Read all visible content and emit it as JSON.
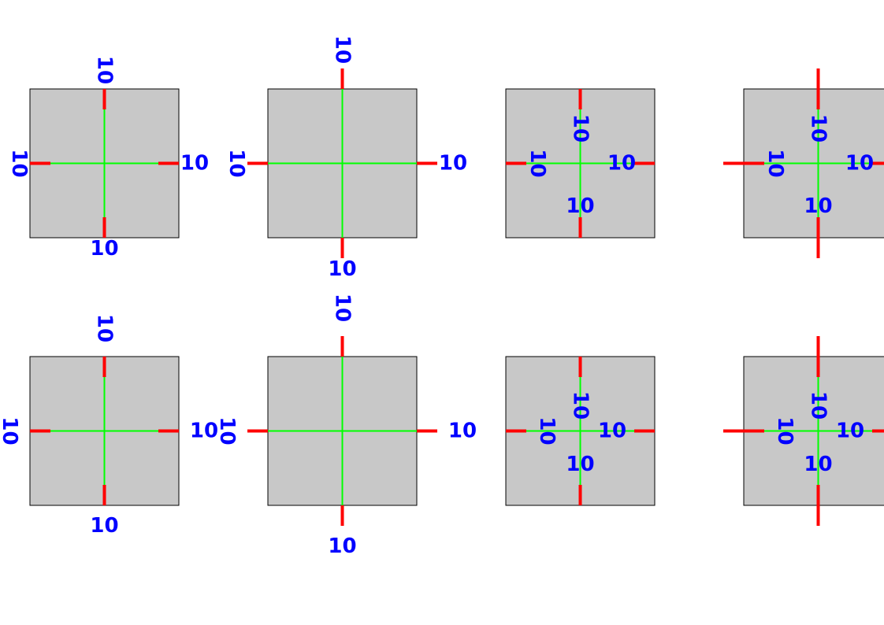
{
  "colors": {
    "background": "#ffffff",
    "axes_face": "#c8c8c8",
    "axes_edge": "#000000",
    "tick": "#ff0000",
    "grid": "#00ff00",
    "label": "#0000ff"
  },
  "chart_data": [
    {
      "type": "line",
      "row": 1,
      "col": 1,
      "tick_direction": "in",
      "pad": "small",
      "xticks": [
        10
      ],
      "yticks": [
        10
      ],
      "labels_on": [
        "top",
        "bottom",
        "left",
        "right"
      ],
      "grid": true
    },
    {
      "type": "line",
      "row": 1,
      "col": 2,
      "tick_direction": "out",
      "pad": "small",
      "xticks": [
        10
      ],
      "yticks": [
        10
      ],
      "labels_on": [
        "top",
        "bottom",
        "left",
        "right"
      ],
      "grid": true
    },
    {
      "type": "line",
      "row": 1,
      "col": 3,
      "tick_direction": "inout",
      "pad": "small",
      "xticks": [
        10
      ],
      "yticks": [
        10
      ],
      "labels_on": [
        "top",
        "bottom",
        "left",
        "right"
      ],
      "grid": true
    },
    {
      "type": "line",
      "row": 1,
      "col": 4,
      "tick_direction": "inout-long",
      "pad": "small",
      "xticks": [
        10
      ],
      "yticks": [
        10
      ],
      "labels_on": [
        "top",
        "bottom",
        "left",
        "right"
      ],
      "grid": true
    },
    {
      "type": "line",
      "row": 2,
      "col": 1,
      "tick_direction": "in",
      "pad": "large",
      "xticks": [
        10
      ],
      "yticks": [
        10
      ],
      "labels_on": [
        "top",
        "bottom",
        "left",
        "right"
      ],
      "grid": true
    },
    {
      "type": "line",
      "row": 2,
      "col": 2,
      "tick_direction": "out",
      "pad": "large",
      "xticks": [
        10
      ],
      "yticks": [
        10
      ],
      "labels_on": [
        "top",
        "bottom",
        "left",
        "right"
      ],
      "grid": true
    },
    {
      "type": "line",
      "row": 2,
      "col": 3,
      "tick_direction": "inout",
      "pad": "large",
      "xticks": [
        10
      ],
      "yticks": [
        10
      ],
      "labels_on": [
        "top",
        "bottom",
        "left",
        "right"
      ],
      "grid": true
    },
    {
      "type": "line",
      "row": 2,
      "col": 4,
      "tick_direction": "inout-long",
      "pad": "large",
      "xticks": [
        10
      ],
      "yticks": [
        10
      ],
      "labels_on": [
        "top",
        "bottom",
        "left",
        "right"
      ],
      "grid": true
    }
  ]
}
